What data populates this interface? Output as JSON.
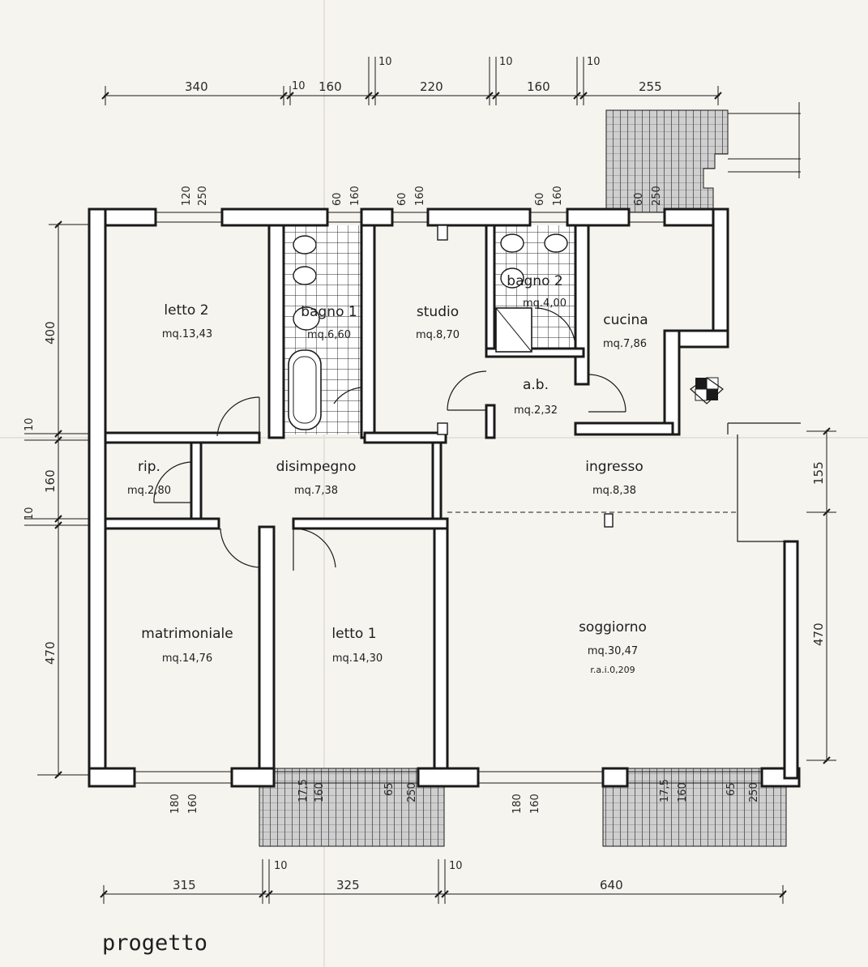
{
  "plan": {
    "caption": "progetto",
    "rooms": [
      {
        "name": "letto 2",
        "area": "mq.13,43"
      },
      {
        "name": "bagno 1",
        "area": "mq.6,60"
      },
      {
        "name": "studio",
        "area": "mq.8,70"
      },
      {
        "name": "bagno 2",
        "area": "mq.4,00"
      },
      {
        "name": "cucina",
        "area": "mq.7,86"
      },
      {
        "name": "a.b.",
        "area": "mq.2,32"
      },
      {
        "name": "rip.",
        "area": "mq.2,80"
      },
      {
        "name": "disimpegno",
        "area": "mq.7,38"
      },
      {
        "name": "ingresso",
        "area": "mq.8,38"
      },
      {
        "name": "matrimoniale",
        "area": "mq.14,76"
      },
      {
        "name": "letto 1",
        "area": "mq.14,30"
      },
      {
        "name": "soggiorno",
        "area": "mq.30,47",
        "extra": "r.a.i.0,209"
      }
    ],
    "dims_top": [
      "340",
      "10",
      "160",
      "10",
      "220",
      "10",
      "160",
      "10",
      "255"
    ],
    "dims_bottom": [
      "315",
      "10",
      "325",
      "10",
      "640"
    ],
    "dims_left": [
      "400",
      "10",
      "160",
      "10",
      "470"
    ],
    "dims_right": [
      "155",
      "470"
    ],
    "windows_top": [
      [
        "120",
        "250"
      ],
      [
        "60",
        "160"
      ],
      [
        "60",
        "160"
      ],
      [
        "60",
        "160"
      ],
      [
        "60",
        "250"
      ]
    ],
    "windows_bottom": [
      [
        "180",
        "160"
      ],
      [
        "17,5",
        "160"
      ],
      [
        "65",
        "250"
      ],
      [
        "180",
        "160"
      ],
      [
        "17,5",
        "160"
      ],
      [
        "65",
        "250"
      ]
    ]
  }
}
